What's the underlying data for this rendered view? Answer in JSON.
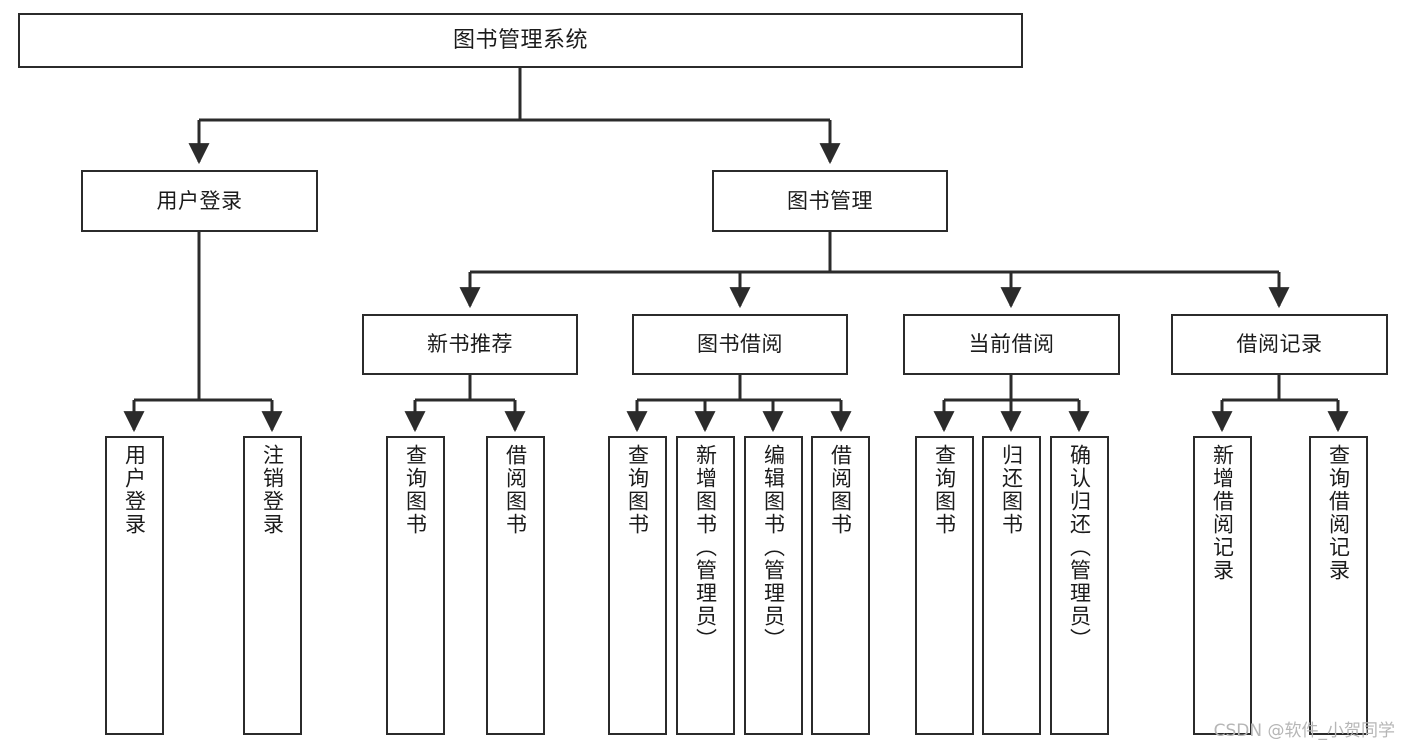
{
  "diagram": {
    "type": "tree",
    "title": "图书管理系统",
    "watermark": "CSDN @软件_小贺同学",
    "line_color": "#2b2b2b",
    "box_fill": "#ffffff",
    "text_color": "#1b1b1b",
    "nodes": {
      "root": {
        "label": "图书管理系统"
      },
      "level2": [
        {
          "label": "用户登录"
        },
        {
          "label": "图书管理"
        }
      ],
      "level3": [
        {
          "label": "新书推荐"
        },
        {
          "label": "图书借阅"
        },
        {
          "label": "当前借阅"
        },
        {
          "label": "借阅记录"
        }
      ],
      "leaves": {
        "user_login": [
          {
            "label": "用户登录"
          },
          {
            "label": "注销登录"
          }
        ],
        "new_book_recommend": [
          {
            "label": "查询图书"
          },
          {
            "label": "借阅图书"
          }
        ],
        "book_borrow": [
          {
            "label": "查询图书"
          },
          {
            "label": "新增图书（管理员）"
          },
          {
            "label": "编辑图书（管理员）"
          },
          {
            "label": "借阅图书"
          }
        ],
        "current_borrow": [
          {
            "label": "查询图书"
          },
          {
            "label": "归还图书"
          },
          {
            "label": "确认归还（管理员）"
          }
        ],
        "borrow_record": [
          {
            "label": "新增借阅记录"
          },
          {
            "label": "查询借阅记录"
          }
        ]
      }
    }
  }
}
